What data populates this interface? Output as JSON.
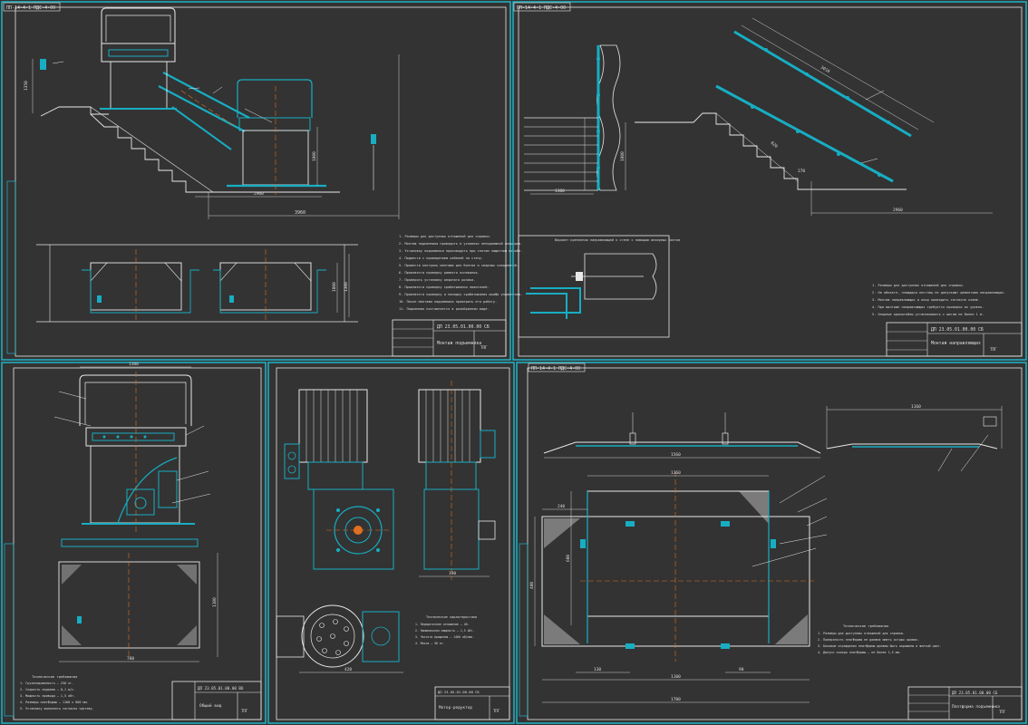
{
  "colors": {
    "background": "#333333",
    "frame": "#1fb5c8",
    "part": "#17aec3",
    "line": "#e8e8e8",
    "dim": "#cfcfcf",
    "center": "#e07020",
    "text": "#dddddd"
  },
  "sheet1": {
    "stamp": "ПП-14-4-1 ПДС-4-00",
    "dims": [
      "3960",
      "1350",
      "2960",
      "1800",
      "1000",
      "1300"
    ],
    "notes": [
      "1. Размеры для доступных отношений для справки.",
      "2. Монтаж подъемника проводить в условиях неподвижной площадки.",
      "3. Установку подъемника производить при снятом защитном коробе.",
      "4. Подвести с проведением кабелей на стену.",
      "5. Провести контроль монтажа для болтов и сварных соединений.",
      "6. Произвести проверку рамного основания.",
      "7. Проверить установку опорного ролика.",
      "8. Произвести проверку срабатывания ловителей.",
      "9. Произвести проверку и наладку срабатывания шкафа управления.",
      "10. После монтажа подъемника проверить его работу.",
      "11. Подъемник поставляется в разобранном виде."
    ],
    "title": "Монтаж подъемника",
    "code": "ДП 23.05.01.00.00 СБ",
    "org": "ТПГ"
  },
  "sheet2": {
    "stamp": "ПП-14-4-1 ПДС-4-00",
    "dims": [
      "1300",
      "3010",
      "2960",
      "1800",
      "620",
      "270"
    ],
    "caption": "Вариант крепления направляющей к стене с помощью анкерных болтов",
    "notes": [
      "1. Размеры для доступных отношений для справки.",
      "2. На объекте, площадки лестниц не допускают демонтажа направляющих.",
      "3. Монтаж направляющих и опор проводить согласно схеме.",
      "4. При монтаже направляющих требуется проверка их уровня.",
      "5. Опорные кронштейны устанавливать с шагом не более 1 м."
    ],
    "title": "Монтаж направляющих",
    "code": "ДП 23.05.01.00.00 СБ",
    "org": "ТПГ"
  },
  "sheet3": {
    "dims": [
      "780",
      "1100",
      "1300"
    ],
    "notes_title": "Технические требования",
    "notes": [
      "1. Грузоподъемность — 250 кг.",
      "2. Скорость подъема — 0,1 м/с.",
      "3. Мощность привода — 1,5 кВт.",
      "4. Размеры платформы — 1100 x 800 мм.",
      "5. Установку выполнять согласно чертежу."
    ],
    "title": "Общий вид",
    "code": "ДП 23.05.01.00.00 ВО",
    "org": "ТПГ"
  },
  "sheet4": {
    "dims": [
      "420",
      "190"
    ],
    "notes_title": "Технические характеристики",
    "notes": [
      "1. Передаточное отношение — 40.",
      "2. Номинальная мощность — 1,5 кВт.",
      "3. Частота вращения — 1400 об/мин.",
      "4. Масса — 56 кг."
    ],
    "title": "Мотор-редуктор",
    "code": "ДП 23.05.01.00.00 СБ",
    "org": "ТПГ"
  },
  "sheet5": {
    "stamp": "ПП-14-4-1 ПДС-4-00",
    "dims": [
      "1560",
      "1160",
      "1360",
      "240",
      "1100",
      "1700",
      "130",
      "90",
      "400",
      "600"
    ],
    "notes_title": "Технические требования",
    "notes": [
      "1. Размеры для доступных отношений для справки.",
      "2. Поверхность платформы не должна иметь острых кромок.",
      "3. Боковые ограждения платформы должны быть окрашены в желтый цвет.",
      "4. Допуск зазора платформы — не более 1,5 мм."
    ],
    "title": "Платформа подъемника",
    "code": "ДП 23.05.01.00.00 СБ",
    "org": "ТПГ"
  }
}
